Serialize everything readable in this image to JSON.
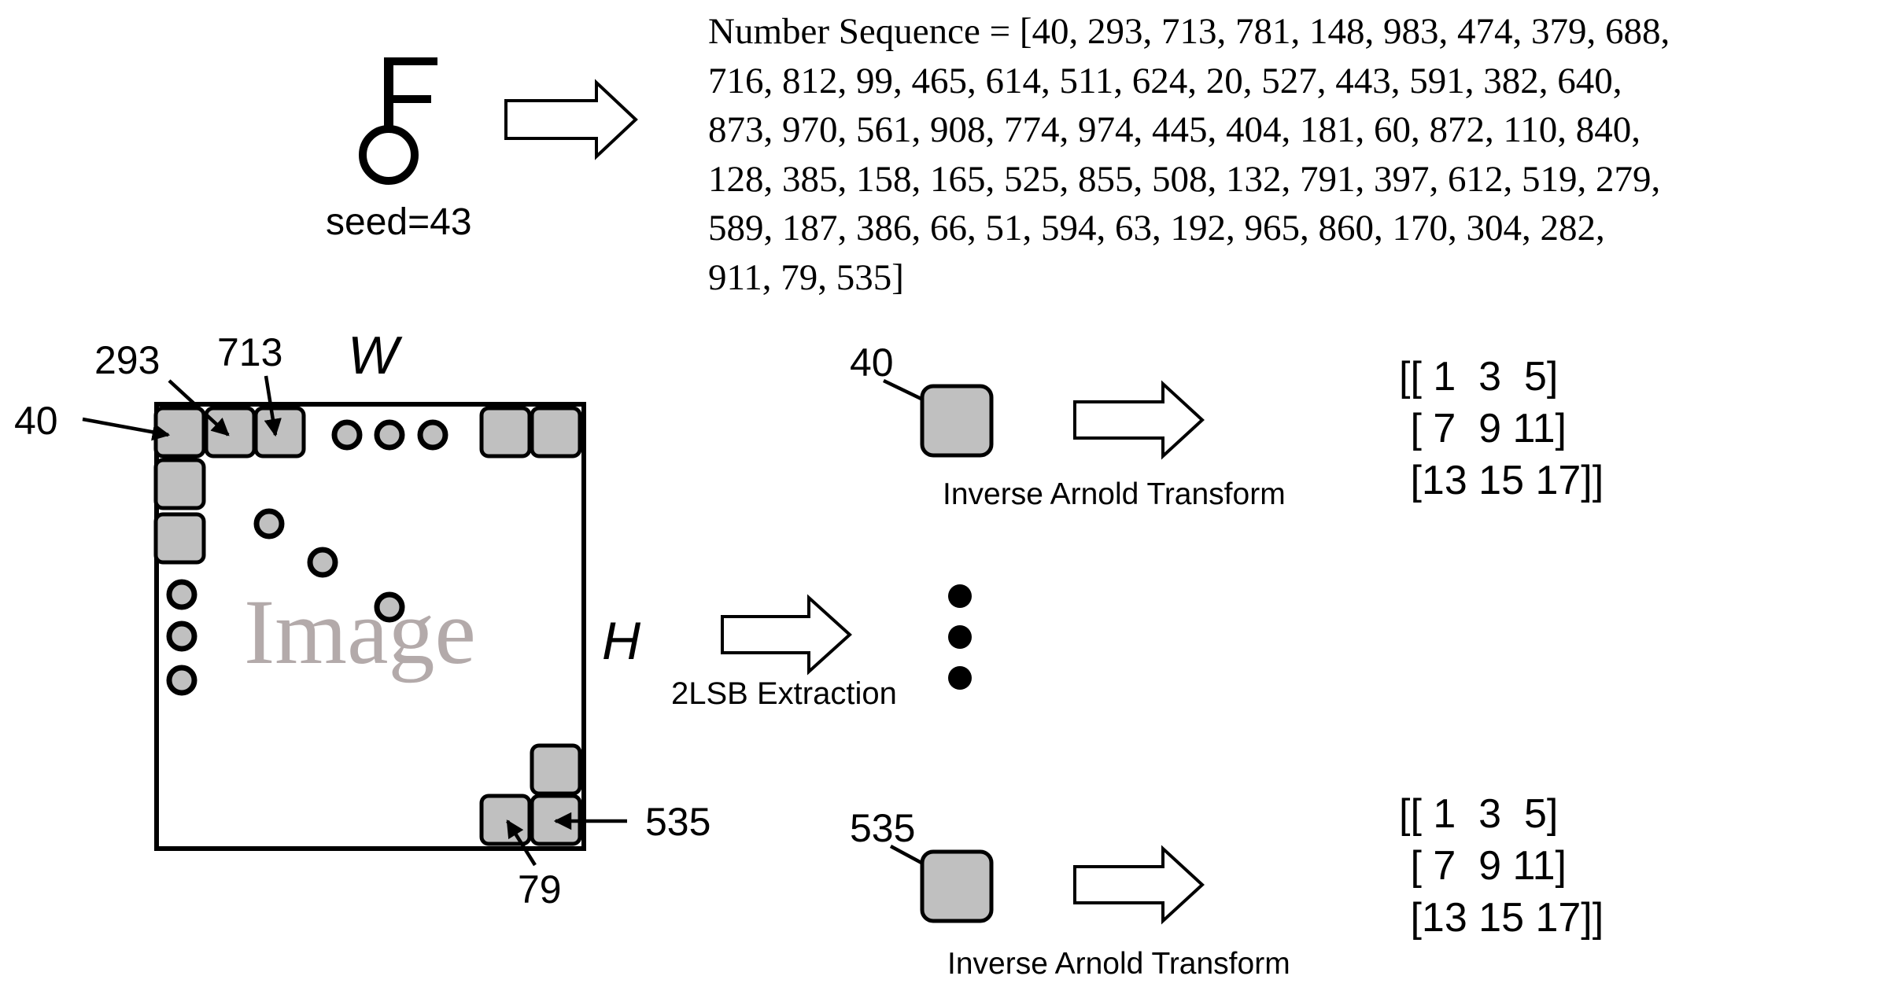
{
  "seed_label": "seed=43",
  "sequence_lines": [
    "Number Sequence = [40, 293, 713, 781, 148, 983, 474, 379, 688,",
    "716, 812, 99, 465, 614, 511, 624, 20, 527, 443, 591, 382, 640,",
    "873, 970, 561, 908, 774, 974, 445, 404, 181, 60, 872, 110, 840,",
    "128, 385, 158, 165, 525, 855, 508, 132, 791, 397, 612, 519, 279,",
    "589, 187, 386, 66, 51, 594, 63, 192, 965, 860, 170, 304, 282,",
    "911, 79, 535]"
  ],
  "image": {
    "watermark": "Image",
    "width_label": "W",
    "height_label": "H",
    "block_labels": {
      "first": "40",
      "second": "293",
      "third": "713",
      "last": "535",
      "second_last": "79"
    }
  },
  "extraction_label": "2LSB Extraction",
  "blocks_out": [
    {
      "label": "40",
      "transform": "Inverse Arnold Transform",
      "matrix_rows": [
        "[[ 1  3  5]",
        " [ 7  9 11]",
        " [13 15 17]]"
      ]
    },
    {
      "label": "535",
      "transform": "Inverse Arnold Transform",
      "matrix_rows": [
        "[[ 1  3  5]",
        " [ 7  9 11]",
        " [13 15 17]]"
      ]
    }
  ],
  "colors": {
    "block_fill": "#c0c0c0",
    "watermark": "#b3aaaa",
    "stroke": "#000000"
  }
}
